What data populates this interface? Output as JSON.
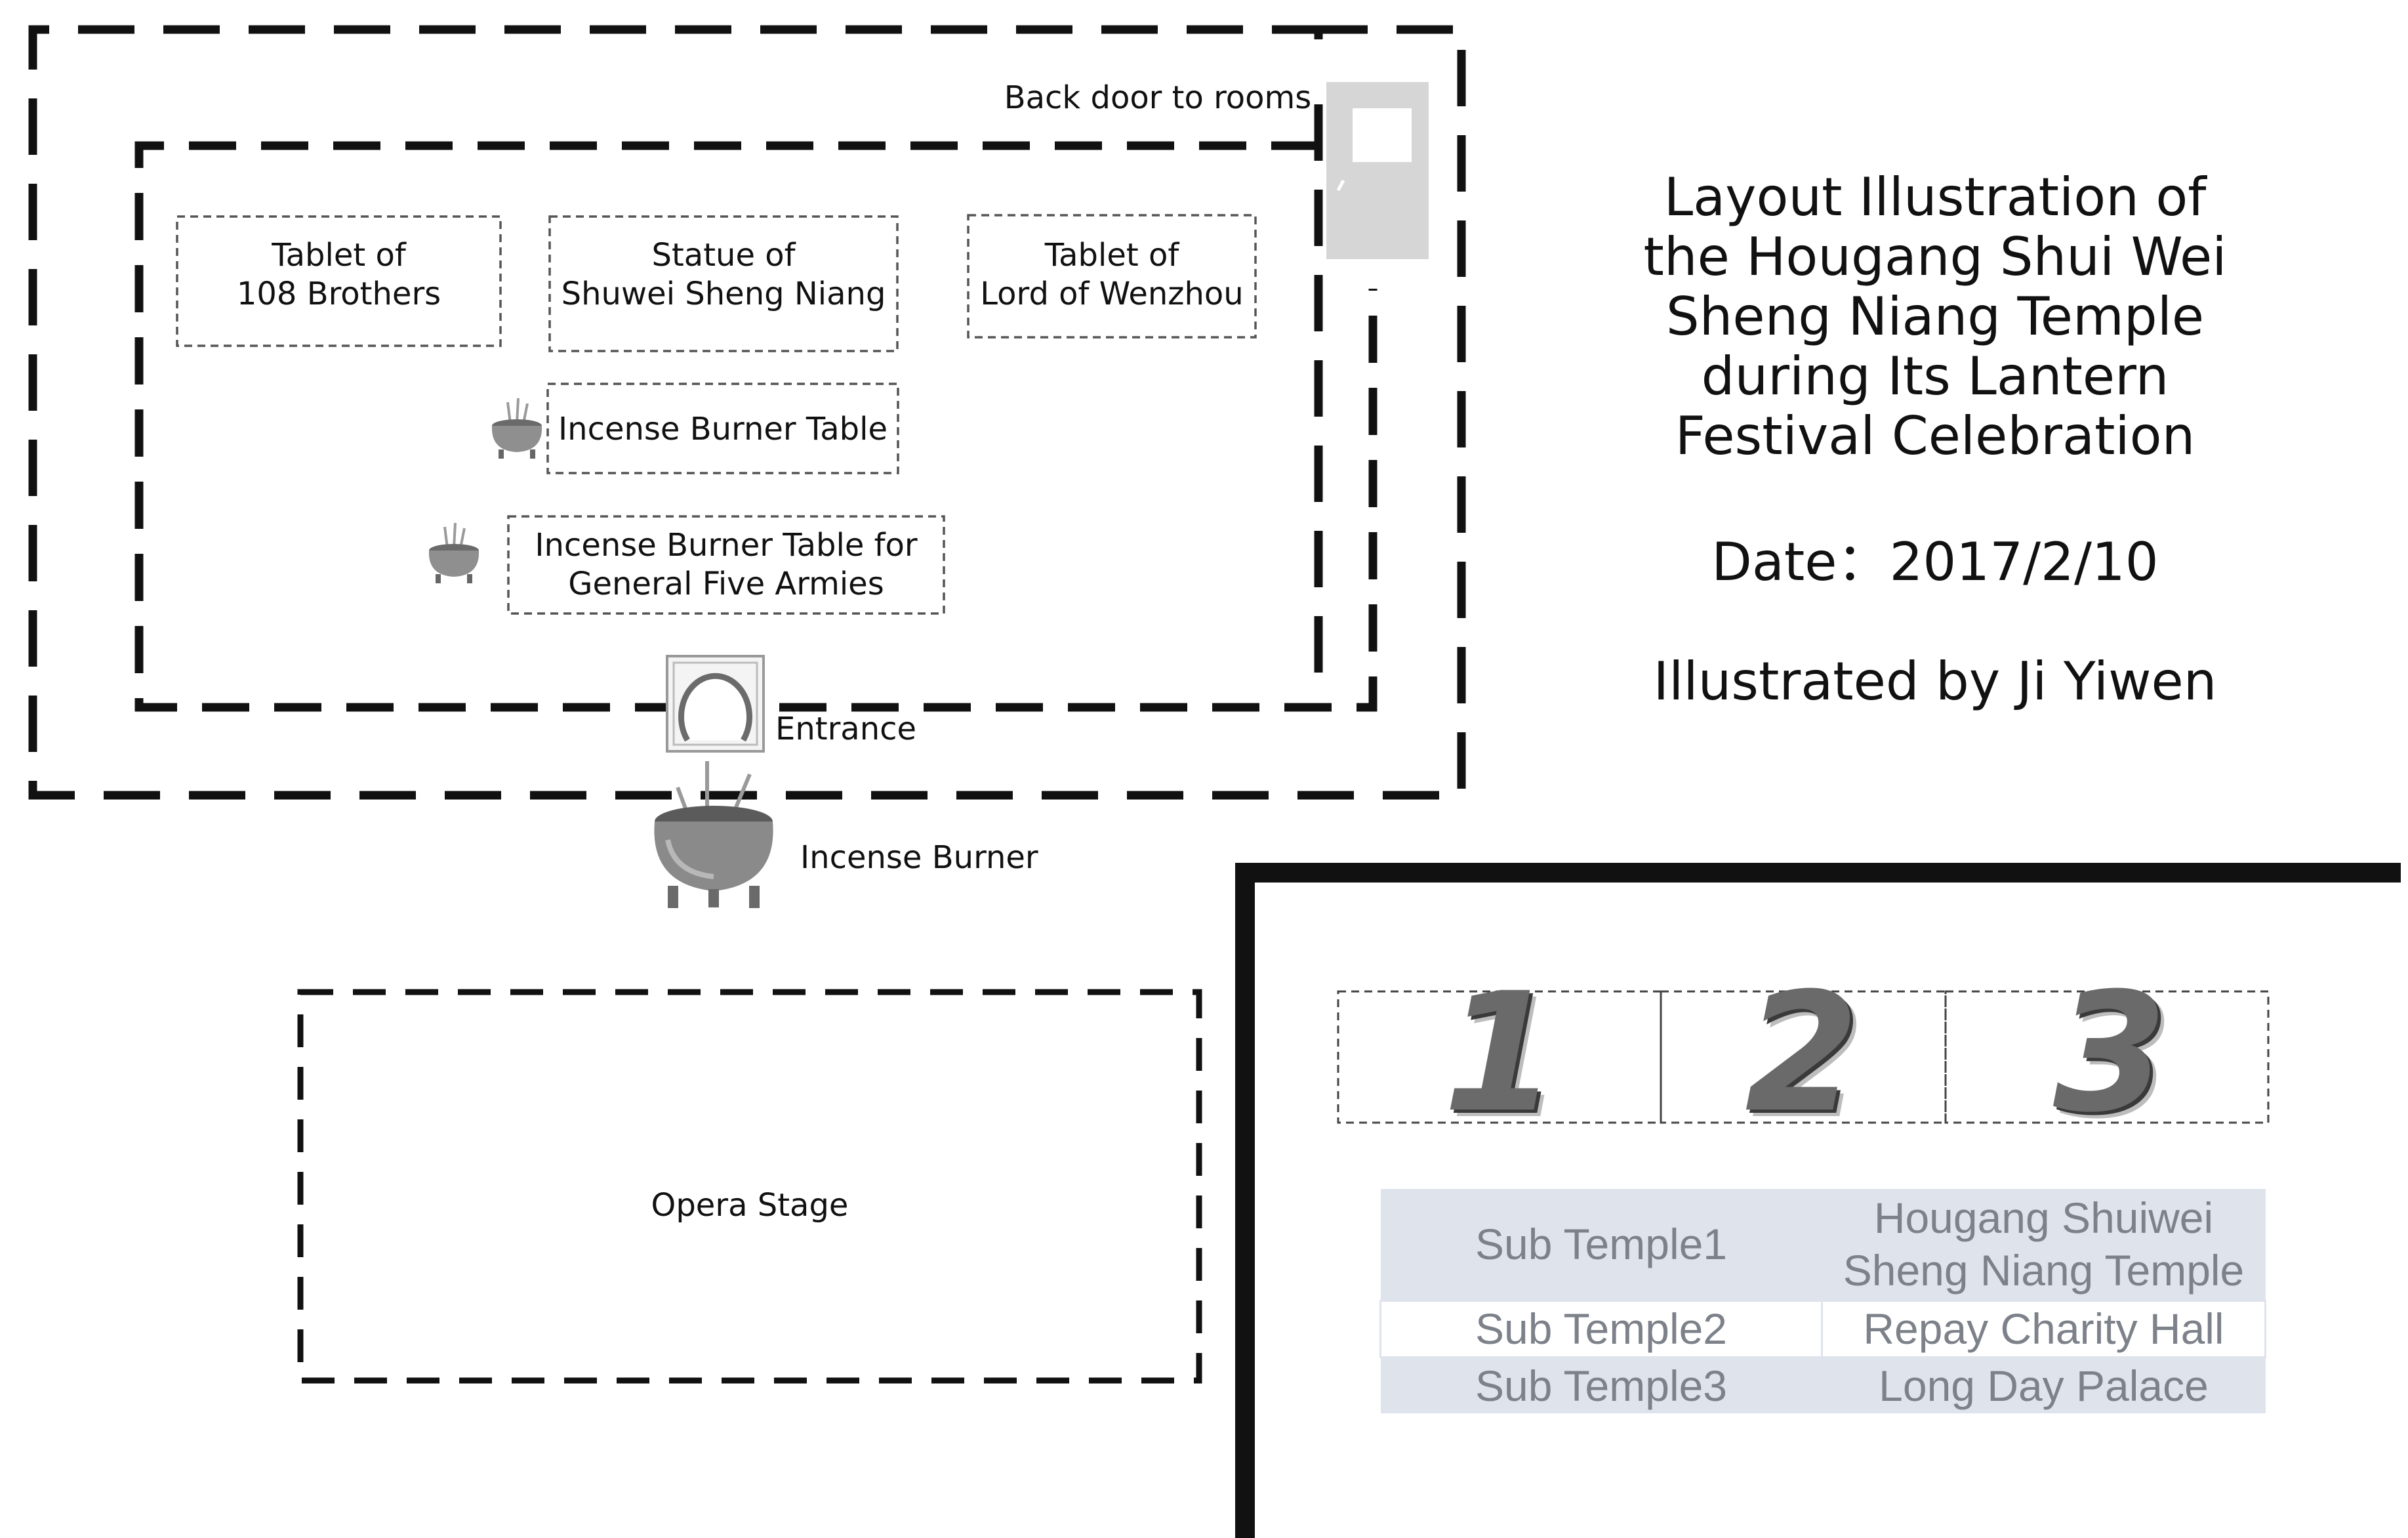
{
  "labels": {
    "back_door": "Back door to rooms",
    "tablet_brothers": [
      "Tablet of",
      "108 Brothers"
    ],
    "statue": [
      "Statue of",
      "Shuwei Sheng Niang"
    ],
    "tablet_wenzhou": [
      "Tablet of",
      "Lord of Wenzhou"
    ],
    "incense_table": "Incense Burner Table",
    "incense_table_general": [
      "Incense Burner Table for",
      "General Five Armies"
    ],
    "entrance": "Entrance",
    "incense_burner": "Incense Burner",
    "opera_stage": "Opera Stage"
  },
  "title": {
    "lines": [
      "Layout Illustration of",
      "the  Hougang Shui Wei",
      "Sheng Niang Temple",
      "during Its Lantern",
      "Festival Celebration"
    ],
    "date": "Date：2017/2/10",
    "author": "Illustrated by Ji Yiwen"
  },
  "numerals": [
    "1",
    "2",
    "3"
  ],
  "legend": [
    {
      "sub": "Sub Temple1",
      "name": [
        "Hougang Shuiwei",
        "Sheng Niang Temple"
      ]
    },
    {
      "sub": "Sub Temple2",
      "name": [
        "Repay Charity Hall"
      ]
    },
    {
      "sub": "Sub Temple3",
      "name": [
        "Long Day Palace"
      ]
    }
  ],
  "colors": {
    "line": "#111111",
    "door": "#d6d6d6",
    "legend_fill": "#dfe4ec",
    "legend_text": "#7d828a"
  },
  "icons": [
    "door-icon",
    "incense-burner-icon",
    "entrance-gate-icon"
  ]
}
